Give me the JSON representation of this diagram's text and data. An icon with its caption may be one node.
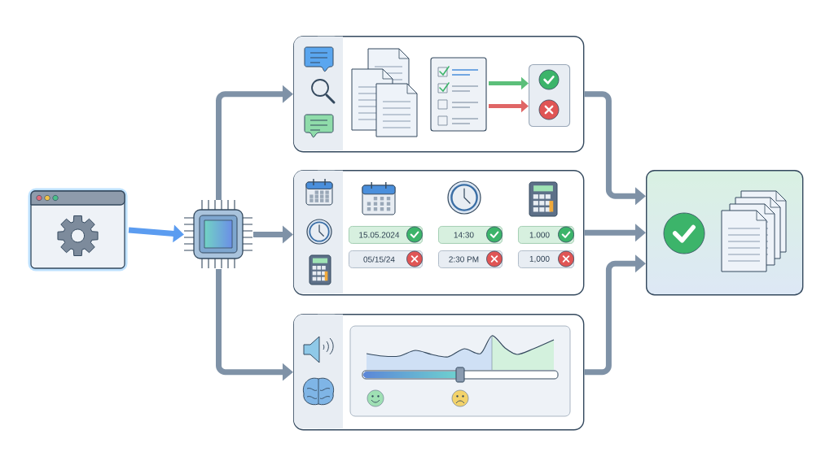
{
  "diagram": {
    "nodes": [
      {
        "text": [],
        "shape": "picture"
      },
      {
        "text": [],
        "shape": "picture"
      },
      {
        "text": [],
        "shape": "box"
      },
      {
        "text": [],
        "shape": "picture",
        "in": 2
      },
      {
        "text": [],
        "shape": "box",
        "in": 2
      },
      {
        "text": [],
        "shape": "box"
      },
      {
        "text": [
          "15.05.2024"
        ],
        "in": 5
      },
      {
        "text": [
          "14:30"
        ],
        "in": 5
      },
      {
        "text": [
          "1.000"
        ],
        "in": 5
      },
      {
        "text": [
          "05/15/24"
        ],
        "in": 5
      },
      {
        "text": [
          "2:30 PM"
        ],
        "in": 5
      },
      {
        "text": [
          "1,000"
        ],
        "in": 5
      },
      {
        "text": [],
        "shape": "box"
      },
      {
        "text": [],
        "shape": "box"
      }
    ],
    "edges": [
      {
        "from": 0,
        "to": 1,
        "arrow": "to",
        "color": "#5b9cf0"
      },
      {
        "from": 1,
        "to": 2,
        "arrow": "to"
      },
      {
        "from": 1,
        "to": 5,
        "arrow": "to"
      },
      {
        "from": 1,
        "to": 12,
        "arrow": "to"
      },
      {
        "from": 3,
        "to": 4,
        "arrow": "to",
        "color": "#5cbf7a"
      },
      {
        "from": 3,
        "to": 4,
        "arrow": "to",
        "color": "#e06666"
      },
      {
        "from": 2,
        "to": 13,
        "arrow": "to"
      },
      {
        "from": 5,
        "to": 13,
        "arrow": "to"
      },
      {
        "from": 12,
        "to": 13,
        "arrow": "to"
      }
    ]
  }
}
